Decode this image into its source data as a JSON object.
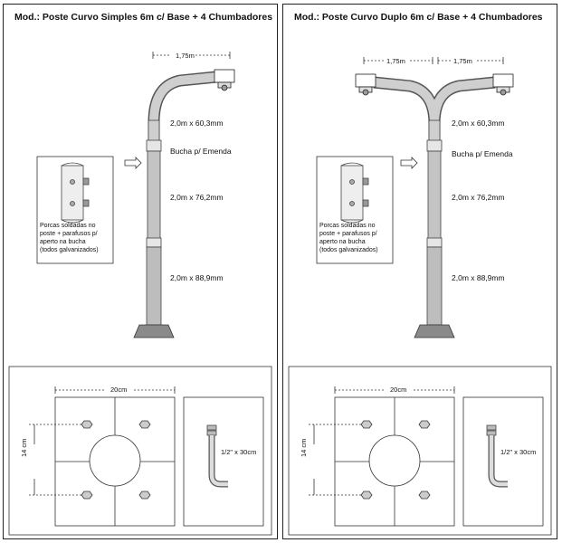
{
  "left": {
    "title": "Mod.: Poste Curvo Simples 6m c/ Base + 4 Chumbadores",
    "arm_span": "1,75m",
    "sections": [
      "2,0m x 60,3mm",
      "2,0m x 76,2mm",
      "2,0m x 88,9mm"
    ],
    "joint_label": "Bucha p/ Emenda",
    "note": [
      "Porcas soldadas no",
      "poste + parafusos p/",
      "aperto na bucha",
      "(todos galvanizados)"
    ],
    "base_width": "20cm",
    "base_height": "14 cm",
    "anchor_label": "1/2\" x 30cm"
  },
  "right": {
    "title": "Mod.: Poste Curvo Duplo 6m c/ Base + 4 Chumbadores",
    "arm_span_left": "1,75m",
    "arm_span_right": "1,75m",
    "sections": [
      "2,0m x 60,3mm",
      "2,0m x 76,2mm",
      "2,0m x 88,9mm"
    ],
    "joint_label": "Bucha p/ Emenda",
    "note": [
      "Porcas soldadas no",
      "poste + parafusos p/",
      "aperto na bucha",
      "(todos galvanizados)"
    ],
    "base_width": "20cm",
    "base_height": "14 cm",
    "anchor_label": "1/2\" x 30cm"
  }
}
